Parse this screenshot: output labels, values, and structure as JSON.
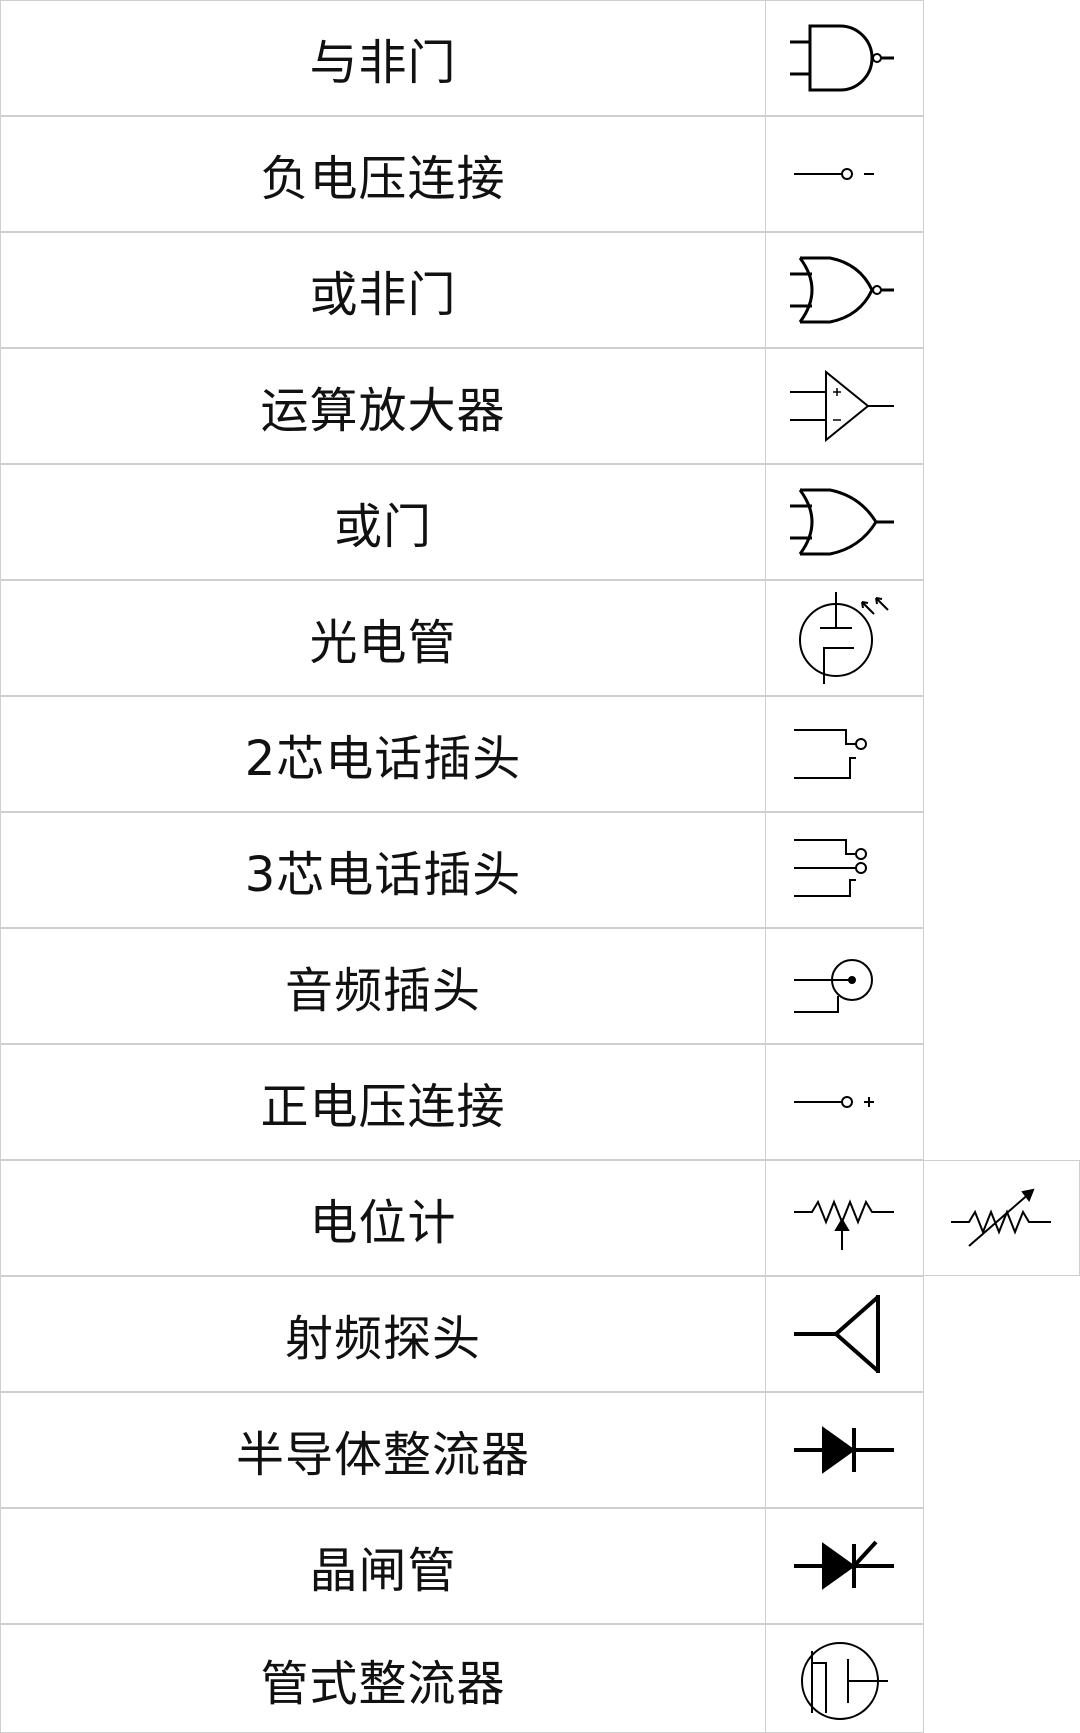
{
  "rows": [
    {
      "name": "与非门",
      "symbol": "nand-gate-icon"
    },
    {
      "name": "负电压连接",
      "symbol": "negative-voltage-icon"
    },
    {
      "name": "或非门",
      "symbol": "nor-gate-icon"
    },
    {
      "name": "运算放大器",
      "symbol": "op-amp-icon"
    },
    {
      "name": "或门",
      "symbol": "or-gate-icon"
    },
    {
      "name": "光电管",
      "symbol": "phototube-icon"
    },
    {
      "name": "2芯电话插头",
      "symbol": "two-pole-phone-plug-icon"
    },
    {
      "name": "3芯电话插头",
      "symbol": "three-pole-phone-plug-icon"
    },
    {
      "name": "音频插头",
      "symbol": "audio-plug-icon"
    },
    {
      "name": "正电压连接",
      "symbol": "positive-voltage-icon"
    },
    {
      "name": "电位计",
      "symbol": "potentiometer-icon",
      "symbol2": "variable-resistor-icon"
    },
    {
      "name": "射频探头",
      "symbol": "rf-probe-icon"
    },
    {
      "name": "半导体整流器",
      "symbol": "semiconductor-rectifier-icon"
    },
    {
      "name": "晶闸管",
      "symbol": "thyristor-icon"
    },
    {
      "name": "管式整流器",
      "symbol": "tube-rectifier-icon"
    }
  ]
}
